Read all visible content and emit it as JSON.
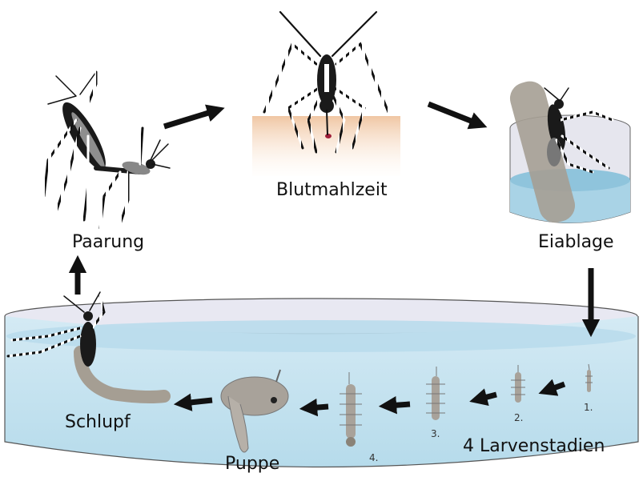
{
  "labels": {
    "paarung": "Paarung",
    "blutmahlzeit": "Blutmahlzeit",
    "eiablage": "Eiablage",
    "larvenstadien": "4 Larvenstadien",
    "puppe": "Puppe",
    "schlupf": "Schlupf"
  },
  "larva_numbers": [
    "1.",
    "2.",
    "3.",
    "4."
  ],
  "colors": {
    "skin": "#f0c8a6",
    "water": "#bfe0ee",
    "water_surface": "#a8d2e6",
    "basin_rim": "#e6e6f0",
    "larva": "#a8a29a",
    "arrow": "#111111"
  }
}
